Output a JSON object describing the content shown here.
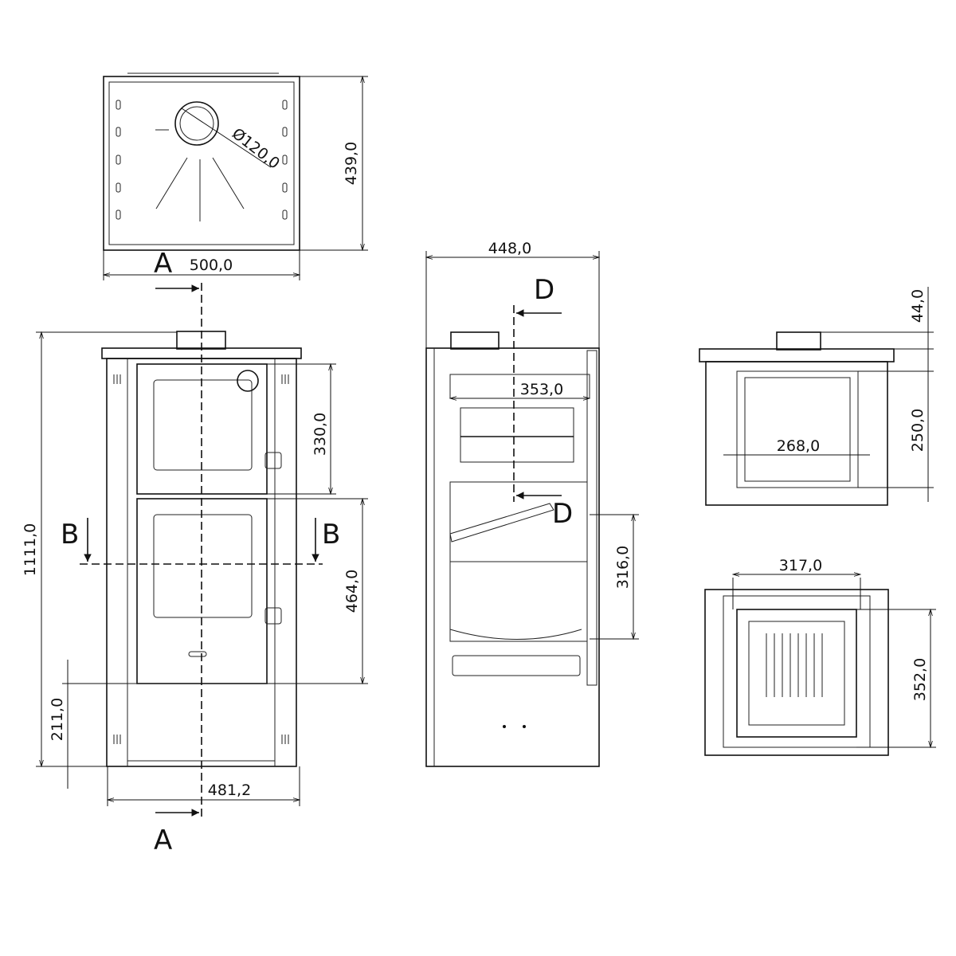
{
  "top_view": {
    "width": "500,0",
    "depth": "439,0",
    "flue_diameter": "Ø120,0"
  },
  "front_view": {
    "height": "1111,0",
    "upper_door": "330,0",
    "lower_door": "464,0",
    "base": "211,0",
    "width": "481,2"
  },
  "side_view": {
    "depth": "448,0",
    "oven_width": "353,0",
    "firebox": "316,0"
  },
  "section_d": {
    "top": "44,0",
    "oven_height": "250,0",
    "oven_width": "268,0"
  },
  "section_b": {
    "firebox_width": "317,0",
    "firebox_depth": "352,0"
  },
  "section_marks": {
    "a_top": "A",
    "a_bottom": "A",
    "b_left": "B",
    "b_right": "B",
    "d_top": "D",
    "d_bottom": "D"
  }
}
